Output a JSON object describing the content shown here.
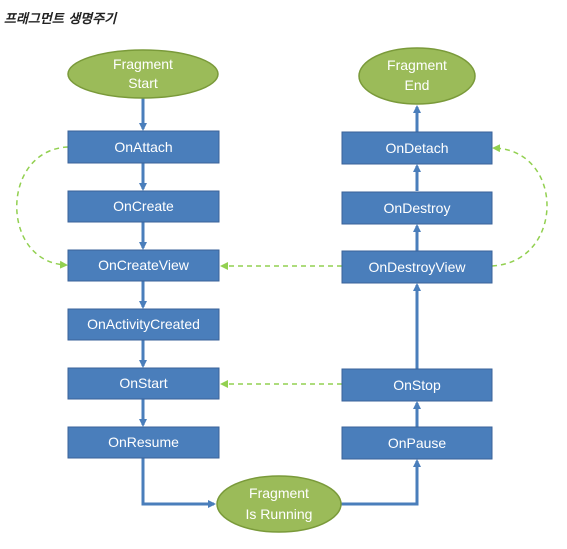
{
  "title": "프래그먼트 생명주기",
  "colors": {
    "box_fill": "#4a7ebb",
    "box_stroke": "#3a6298",
    "ellipse_fill": "#9bbb59",
    "ellipse_stroke": "#7a9a3a",
    "arrow": "#4a7ebb",
    "dashed": "#92d050"
  },
  "nodes": {
    "start": {
      "line1": "Fragment",
      "line2": "Start"
    },
    "end": {
      "line1": "Fragment",
      "line2": "End"
    },
    "running": {
      "line1": "Fragment",
      "line2": "Is Running"
    },
    "on_attach": "OnAttach",
    "on_create": "OnCreate",
    "on_create_view": "OnCreateView",
    "on_activity_created": "OnActivityCreated",
    "on_start": "OnStart",
    "on_resume": "OnResume",
    "on_pause": "OnPause",
    "on_stop": "OnStop",
    "on_destroy_view": "OnDestroyView",
    "on_destroy": "OnDestroy",
    "on_detach": "OnDetach"
  }
}
